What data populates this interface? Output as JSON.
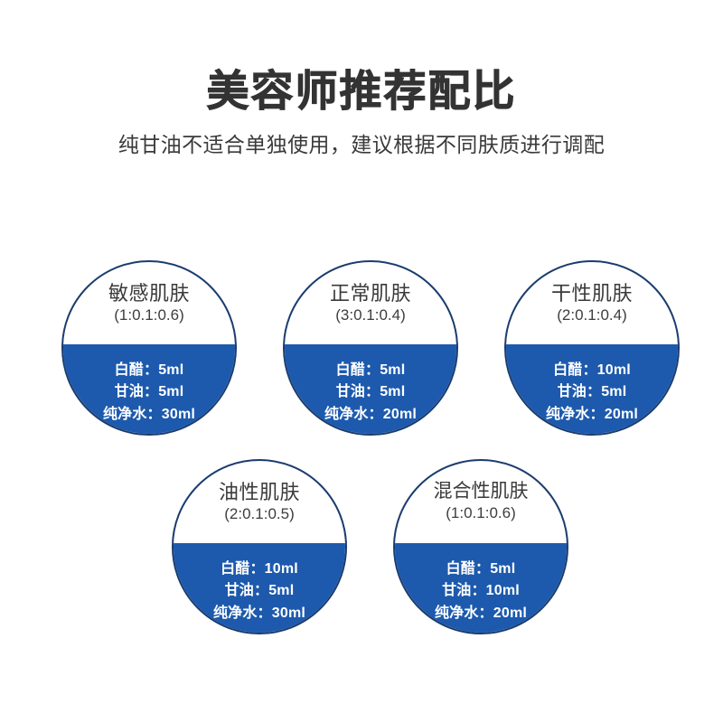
{
  "header": {
    "title": "美容师推荐配比",
    "subtitle": "纯甘油不适合单独使用，建议根据不同肤质进行调配"
  },
  "theme": {
    "blue_fill": "#1d5aad",
    "circle_border": "#1b3c6e",
    "title_color": "#333333",
    "subtitle_color": "#3a3a3a",
    "recipe_text_color": "#ffffff",
    "background": "#ffffff"
  },
  "cards": [
    {
      "skin_type": "敏感肌肤",
      "ratio": "(1:0.1:0.6)",
      "recipe": [
        "白醋：5ml",
        "甘油：5ml",
        "纯净水：30ml"
      ]
    },
    {
      "skin_type": "正常肌肤",
      "ratio": "(3:0.1:0.4)",
      "recipe": [
        "白醋：5ml",
        "甘油：5ml",
        "纯净水：20ml"
      ]
    },
    {
      "skin_type": "干性肌肤",
      "ratio": "(2:0.1:0.4)",
      "recipe": [
        "白醋：10ml",
        "甘油：5ml",
        "纯净水：20ml"
      ]
    },
    {
      "skin_type": "油性肌肤",
      "ratio": "(2:0.1:0.5)",
      "recipe": [
        "白醋：10ml",
        "甘油：5ml",
        "纯净水：30ml"
      ]
    },
    {
      "skin_type": "混合性肌肤",
      "ratio": "(1:0.1:0.6)",
      "recipe": [
        "白醋：5ml",
        "甘油：10ml",
        "纯净水：20ml"
      ]
    }
  ]
}
